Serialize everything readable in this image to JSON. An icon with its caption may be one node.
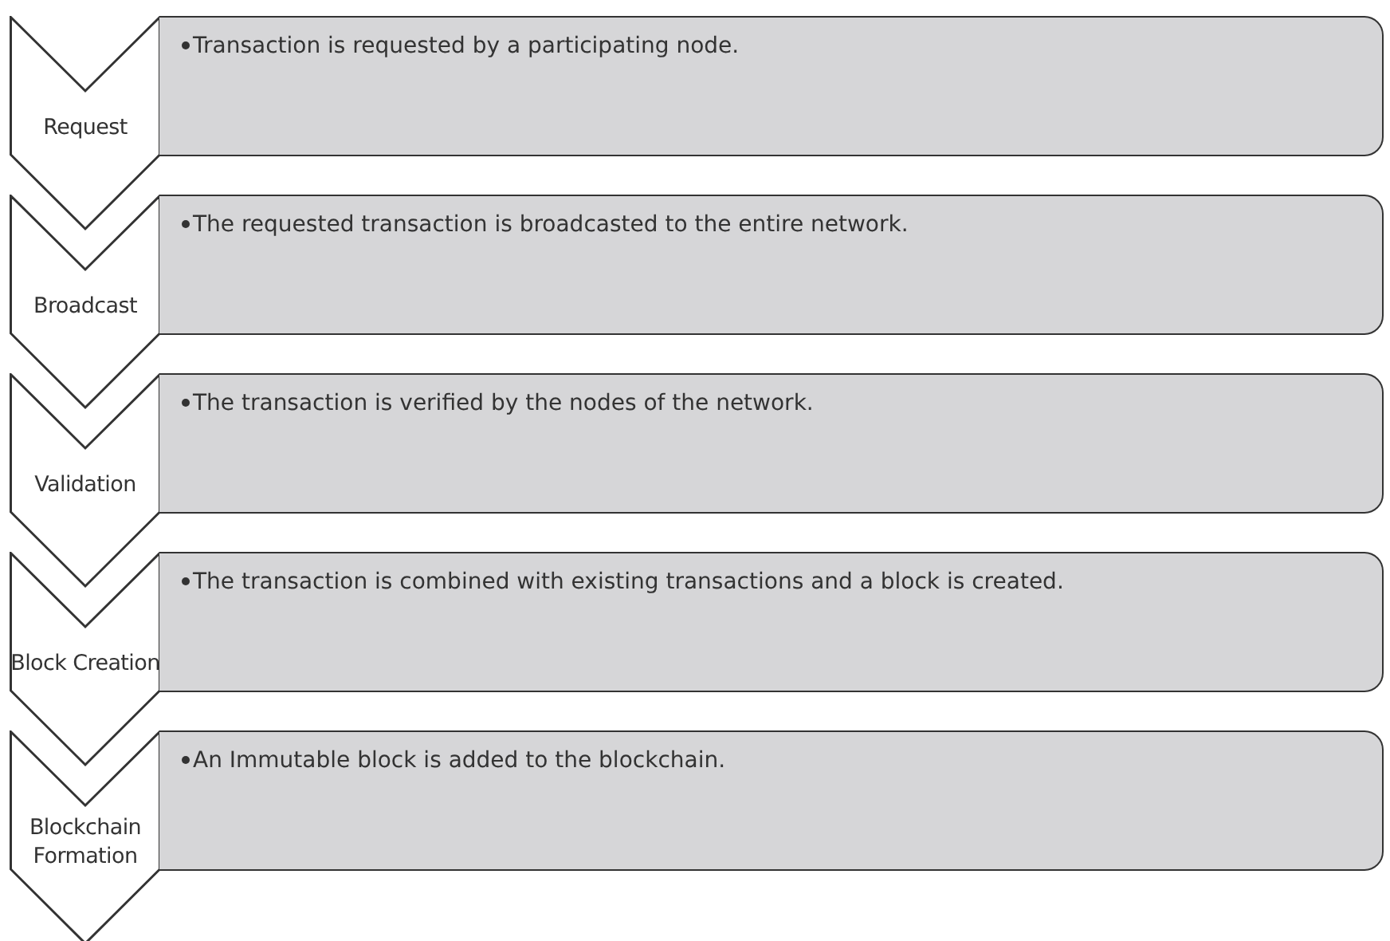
{
  "diagram": {
    "nodes": [
      {
        "text": [
          "Request"
        ]
      },
      {
        "text": [
          "Transaction is requested by a participating node."
        ]
      },
      {
        "text": [
          "Broadcast"
        ]
      },
      {
        "text": [
          "The requested transaction is broadcasted to the entire network."
        ]
      },
      {
        "text": [
          "Validation"
        ]
      },
      {
        "text": [
          "The transaction is verified by the nodes of the network."
        ]
      },
      {
        "text": [
          "Block Creation"
        ]
      },
      {
        "text": [
          "The transaction is combined with existing transactions and a block is created."
        ]
      },
      {
        "text": [
          "Blockchain Formation"
        ]
      },
      {
        "text": [
          "An Immutable block is added to the blockchain."
        ]
      }
    ]
  }
}
